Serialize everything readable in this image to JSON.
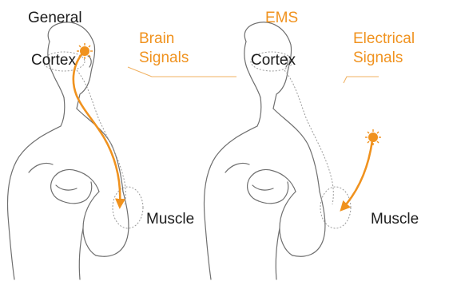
{
  "panels": [
    {
      "heading": "General",
      "region_label": "Cortex",
      "signal_label_line1": "Brain",
      "signal_label_line2": "Signals",
      "target_label": "Muscle"
    },
    {
      "heading": "EMS",
      "region_label": "Cortex",
      "signal_label_line1": "Electrical",
      "signal_label_line2": "Signals",
      "target_label": "Muscle"
    }
  ],
  "colors": {
    "signal": "#f0921e",
    "outline": "#6f6f6f",
    "text": "#1c1c1c"
  },
  "icons": {
    "signal_source": "starburst-icon",
    "signal_end": "arrowhead-icon"
  }
}
